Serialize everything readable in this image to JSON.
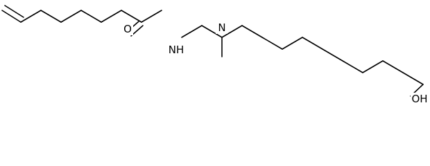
{
  "molecule": {
    "atom_labels": {
      "oxygen_carbonyl": "O",
      "nitrogen_amide": "NH",
      "nitrogen_amine": "N",
      "hydroxyl": "OH"
    },
    "colors": {
      "bond": "#000000",
      "label": "#000000",
      "background": "#ffffff"
    }
  }
}
